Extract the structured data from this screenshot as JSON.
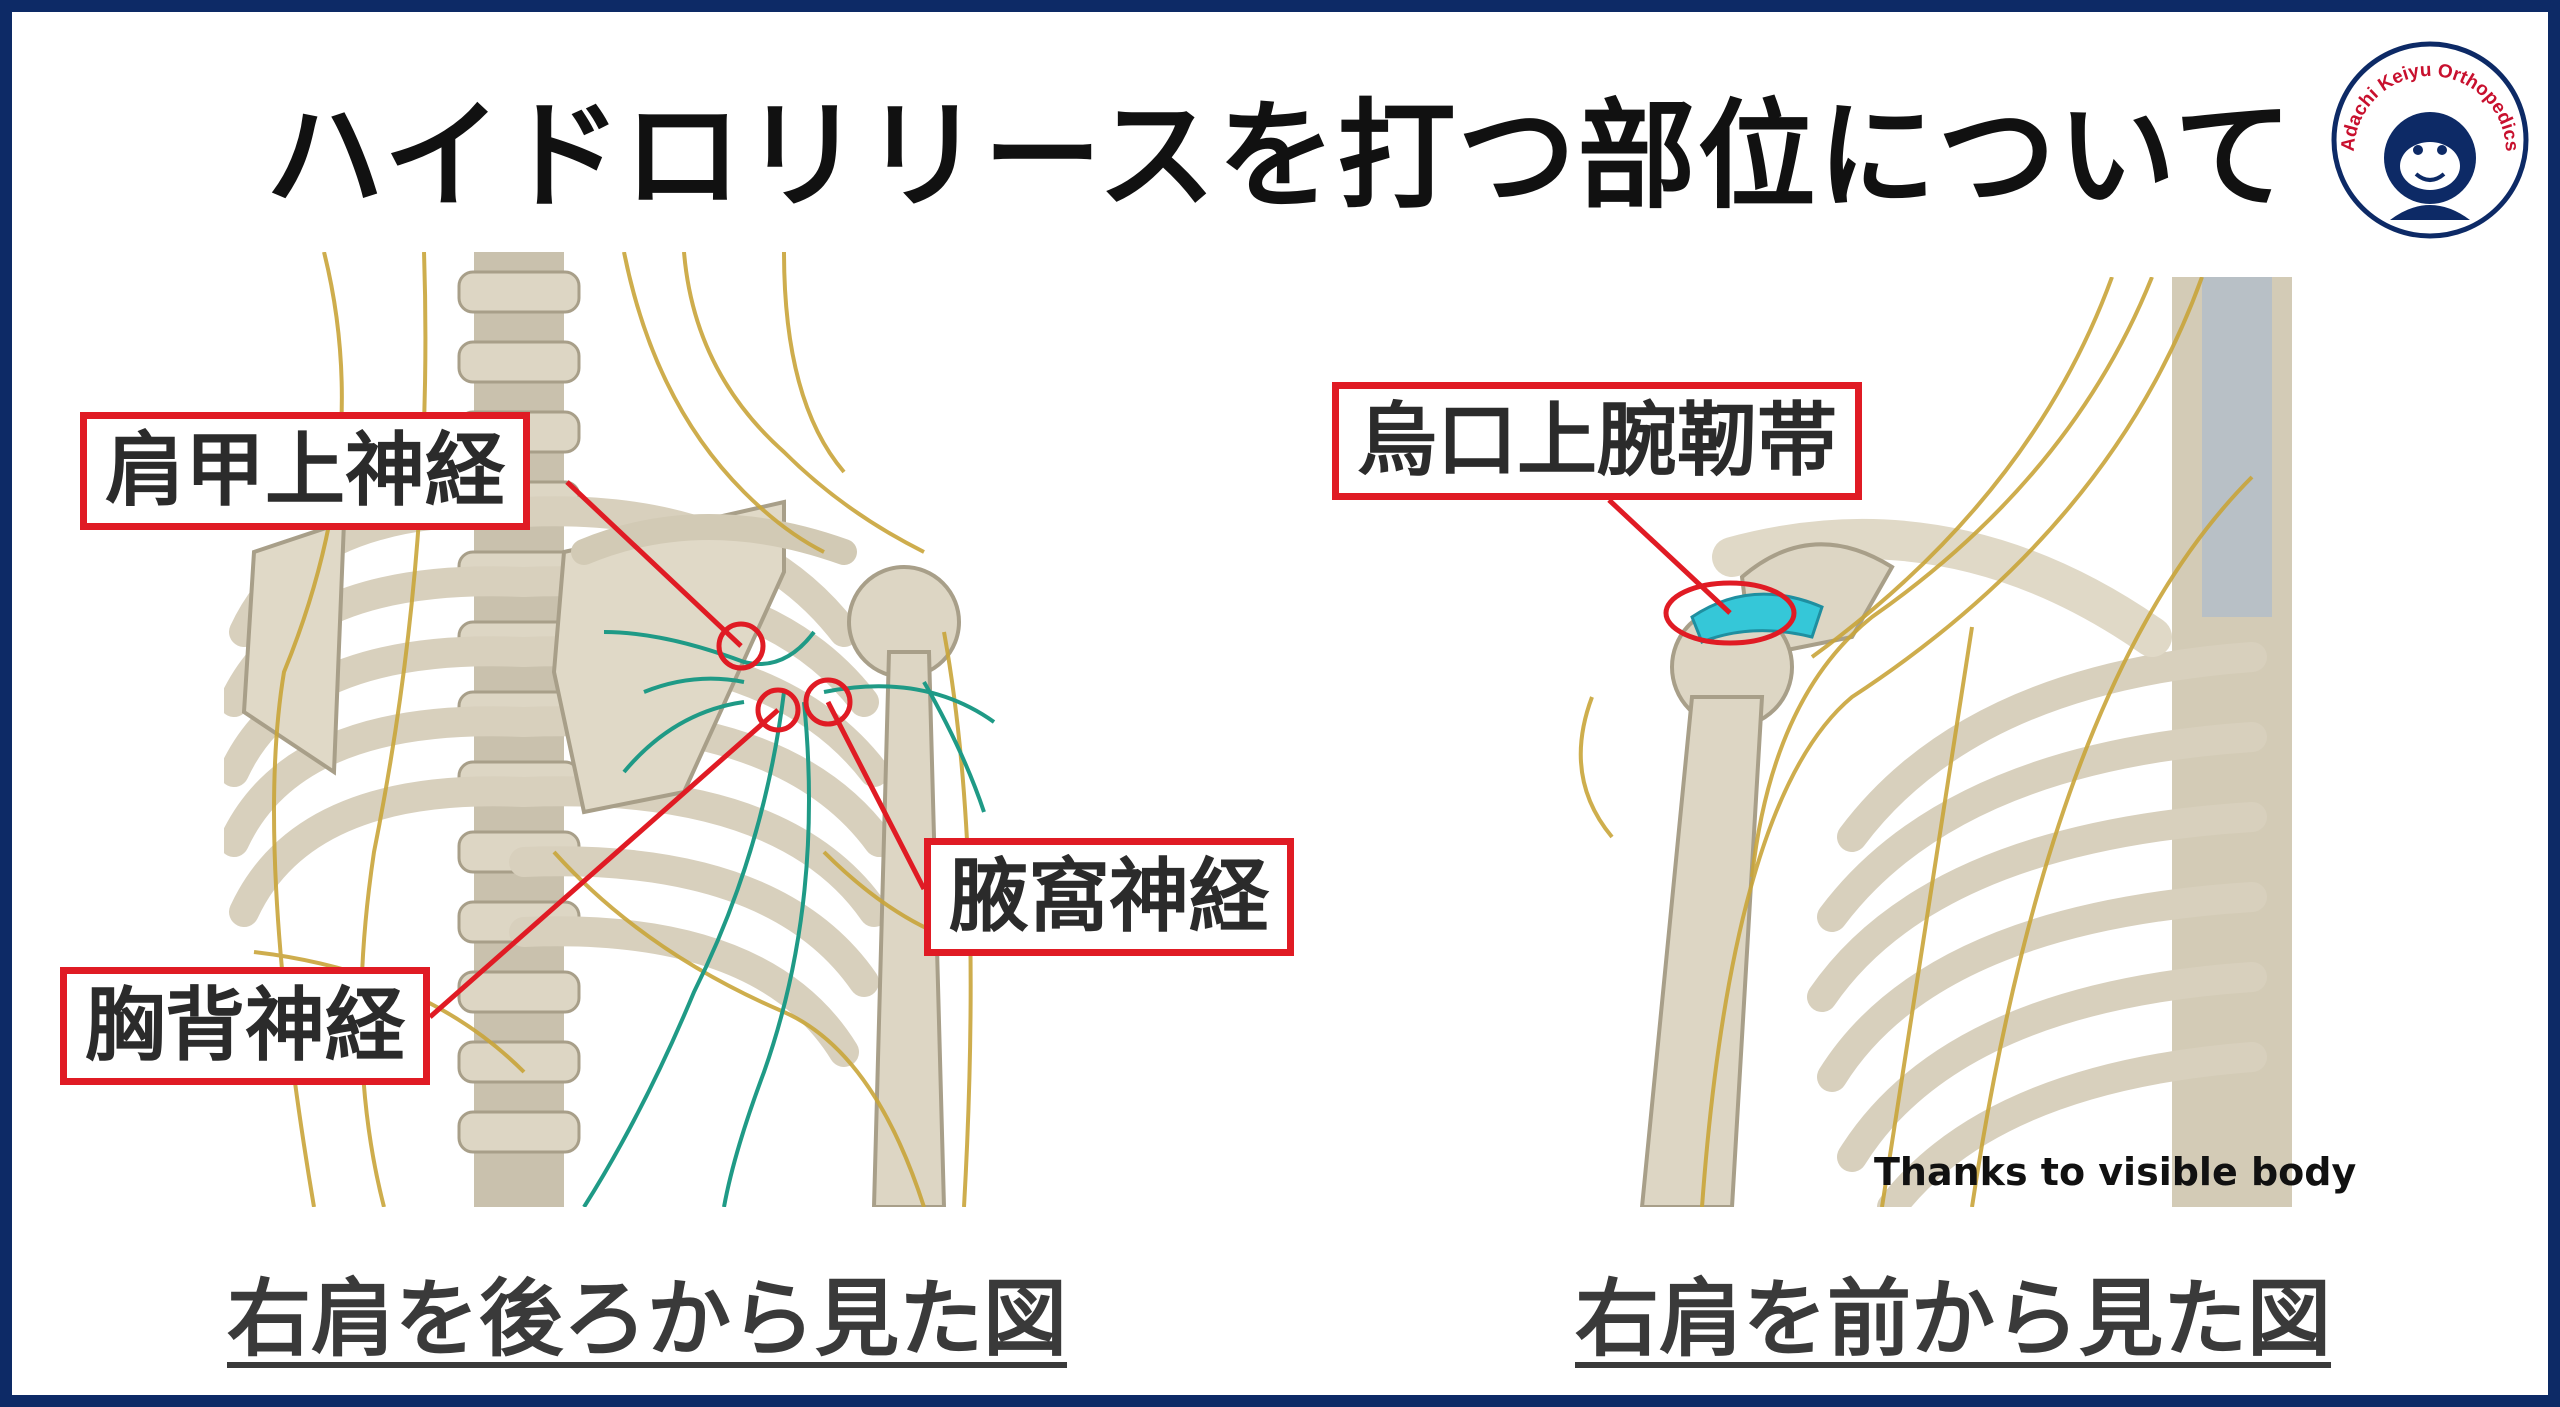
{
  "title": "ハイドロリリースを打つ部位について",
  "logo": {
    "text": "Adachi Keiyu Orthopedics",
    "icon": "gorilla-mascot-icon"
  },
  "left_panel": {
    "caption": "右肩を後ろから見た図",
    "labels": {
      "suprascapular": "肩甲上神経",
      "thoracodorsal": "胸背神経",
      "axillary": "腋窩神経"
    }
  },
  "right_panel": {
    "caption": "右肩を前から見た図",
    "labels": {
      "coracoacromial": "烏口上腕靭帯"
    },
    "credit": "Thanks to visible body"
  },
  "colors": {
    "border": "#0d2a66",
    "annotation": "#e01b24",
    "nerve": "#c9a53a",
    "bone": "#ddd6c4",
    "highlight_nerve": "#1f9a86",
    "ligament_highlight": "#35c7d8"
  }
}
